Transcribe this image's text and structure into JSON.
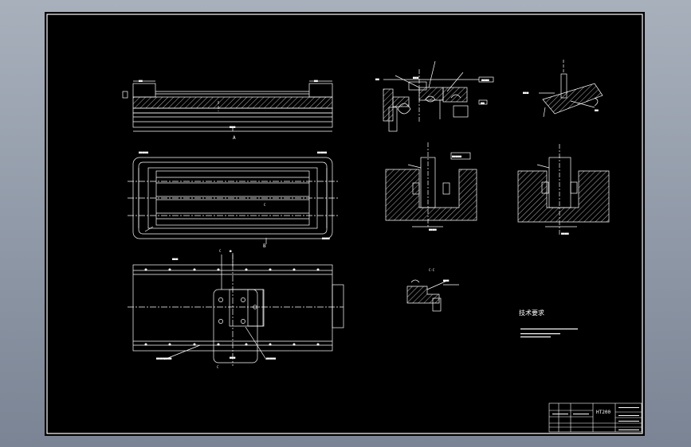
{
  "labels": {
    "section_a": "A",
    "section_b": "B",
    "section_c": "C",
    "view_cc": "C-C",
    "tech_req_title": "技术要求",
    "title_block_part": "HT200"
  },
  "colors": {
    "sheet_bg": "#000000",
    "line": "#ffffff",
    "center_line": "#ffffff",
    "hatch": "#ffffff",
    "workspace_bg": "#8a93a1"
  }
}
